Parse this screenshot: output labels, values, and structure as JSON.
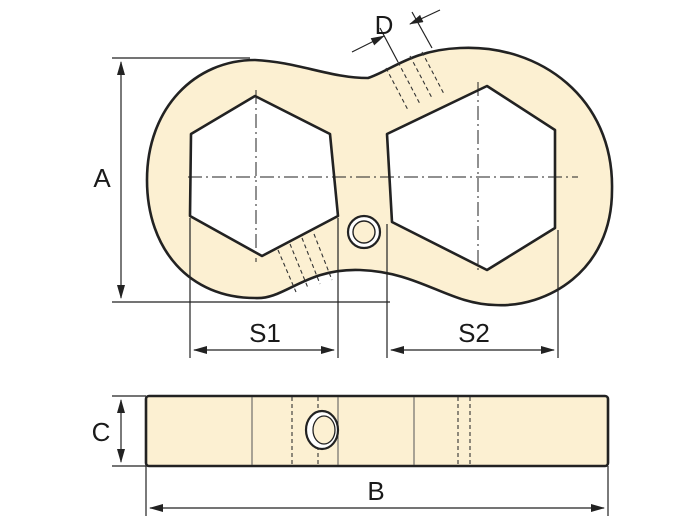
{
  "labels": {
    "a": "A",
    "b": "B",
    "c": "C",
    "d": "D",
    "s1": "S1",
    "s2": "S2"
  },
  "colors": {
    "part_fill": "#fcf0d2",
    "outline": "#222222"
  }
}
